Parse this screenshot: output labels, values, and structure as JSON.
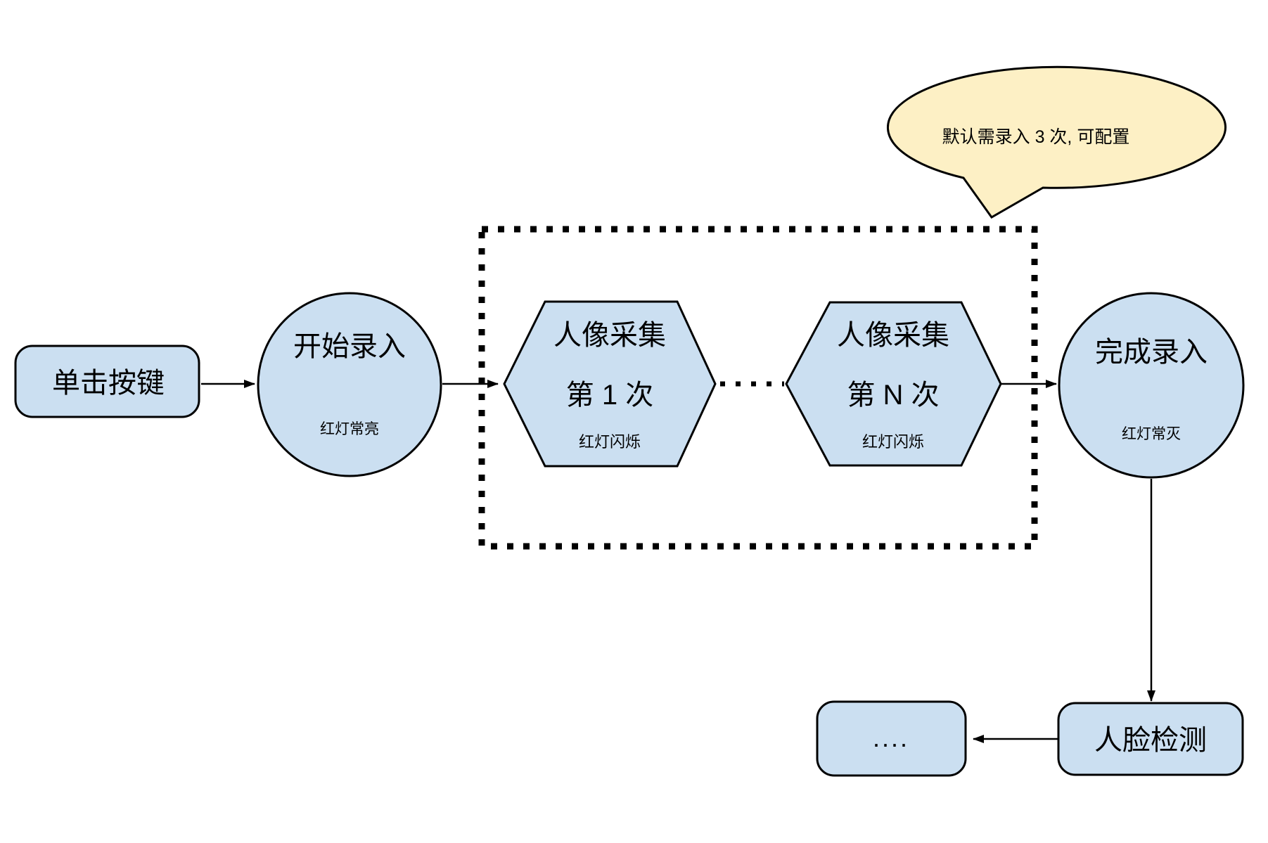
{
  "callout": {
    "text": "默认需录入 3 次, 可配置"
  },
  "nodes": {
    "press_key": {
      "label": "单击按键"
    },
    "start_enroll": {
      "label": "开始录入",
      "status": "红灯常亮"
    },
    "capture_first": {
      "title": "人像采集",
      "subtitle": "第 1 次",
      "status": "红灯闪烁"
    },
    "capture_nth": {
      "title": "人像采集",
      "subtitle": "第 N 次",
      "status": "红灯闪烁"
    },
    "finish_enroll": {
      "label": "完成录入",
      "status": "红灯常灭"
    },
    "face_detection": {
      "label": "人脸检测"
    },
    "continuation": {
      "label": "...."
    }
  },
  "colors": {
    "node_fill": "#cbdff1",
    "node_stroke": "#000000",
    "callout_fill": "#fdf0c5",
    "background": "#ffffff",
    "text": "#000000"
  }
}
